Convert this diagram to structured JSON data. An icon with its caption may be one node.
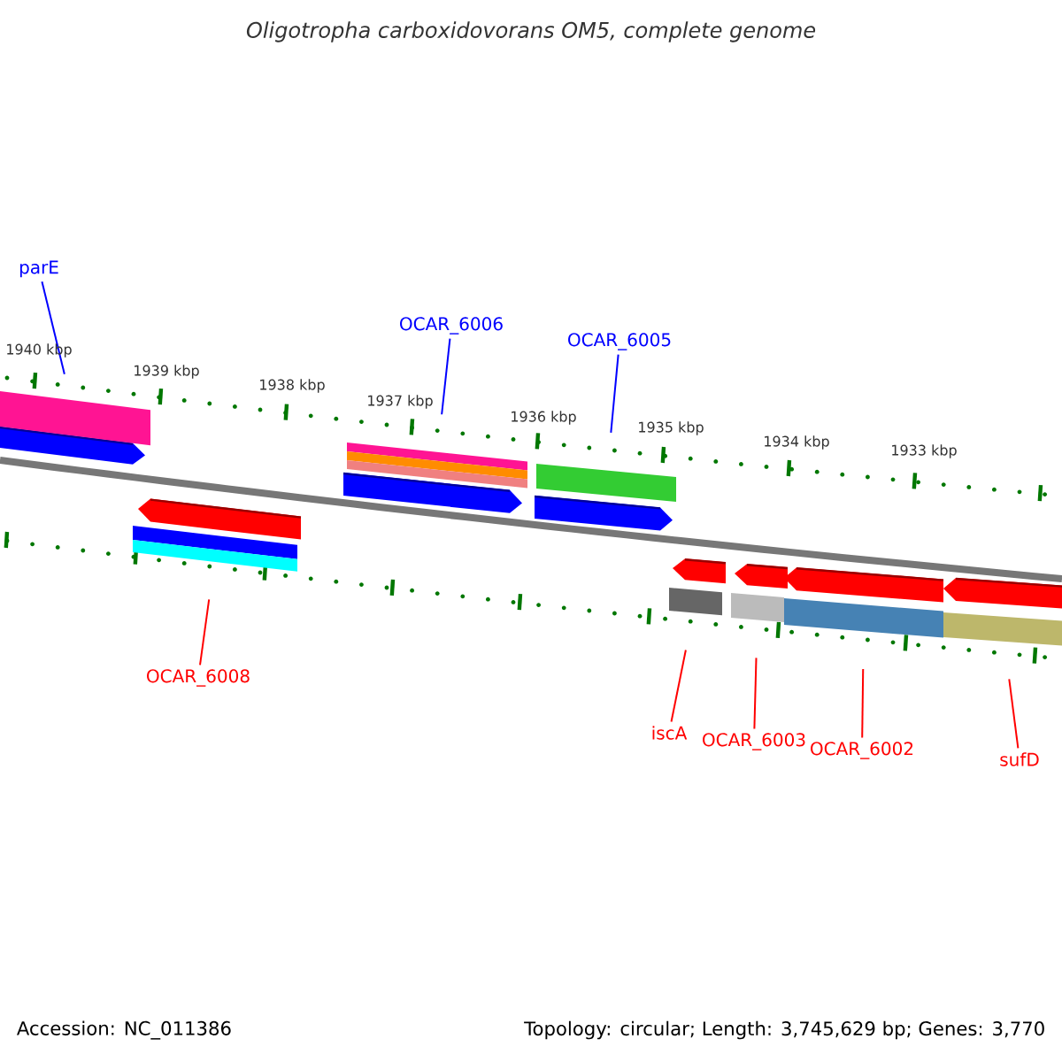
{
  "diagram": {
    "title": "Oligotropha carboxidovorans OM5, complete genome",
    "nodes": [
      {
        "text": [
          "parE"
        ]
      },
      {
        "text": [],
        "shape": "arrow"
      },
      {
        "text": [
          "OCAR_6006"
        ]
      },
      {
        "text": [],
        "shape": "arrow"
      },
      {
        "text": [
          "OCAR_6005"
        ]
      },
      {
        "text": [],
        "shape": "arrow"
      },
      {
        "text": [
          "OCAR_6008"
        ]
      },
      {
        "text": [],
        "shape": "arrow"
      },
      {
        "text": [
          "iscA"
        ]
      },
      {
        "text": [],
        "shape": "arrow"
      },
      {
        "text": [
          "OCAR_6003"
        ]
      },
      {
        "text": [],
        "shape": "arrow"
      },
      {
        "text": [
          "OCAR_6002"
        ]
      },
      {
        "text": [],
        "shape": "arrow"
      },
      {
        "text": [
          "sufD"
        ]
      },
      {
        "text": [],
        "shape": "arrow"
      },
      {
        "text": [],
        "shape": "bar"
      },
      {
        "text": [],
        "shape": "bar"
      },
      {
        "text": [],
        "shape": "bar"
      },
      {
        "text": [],
        "shape": "bar"
      },
      {
        "text": [],
        "shape": "bar"
      },
      {
        "text": [],
        "shape": "bar"
      },
      {
        "text": [],
        "shape": "bar"
      },
      {
        "text": [],
        "shape": "bar"
      },
      {
        "text": [],
        "shape": "bar"
      },
      {
        "text": [],
        "shape": "bar"
      },
      {
        "text": [],
        "shape": "bar"
      }
    ],
    "edges": [
      {
        "from": 0,
        "to": 16,
        "arrow": "none",
        "color": "#0000ff"
      },
      {
        "from": 2,
        "to": 19,
        "arrow": "none",
        "color": "#0000ff"
      },
      {
        "from": 4,
        "to": 22,
        "arrow": "none",
        "color": "#0000ff"
      },
      {
        "from": 6,
        "to": 18,
        "arrow": "none"
      },
      {
        "from": 8,
        "to": 23,
        "arrow": "none"
      },
      {
        "from": 10,
        "to": 24,
        "arrow": "none"
      },
      {
        "from": 12,
        "to": 25,
        "arrow": "none"
      },
      {
        "from": 14,
        "to": 26,
        "arrow": "none"
      }
    ],
    "labels": [
      "1940 kbp",
      "1939 kbp",
      "1938 kbp",
      "1937 kbp",
      "1936 kbp",
      "1935 kbp",
      "1934 kbp",
      "1933 kbp",
      "Accession: NC_011386",
      "Topology: circular; Length: 3,745,629 bp; Genes: 3,770"
    ]
  }
}
